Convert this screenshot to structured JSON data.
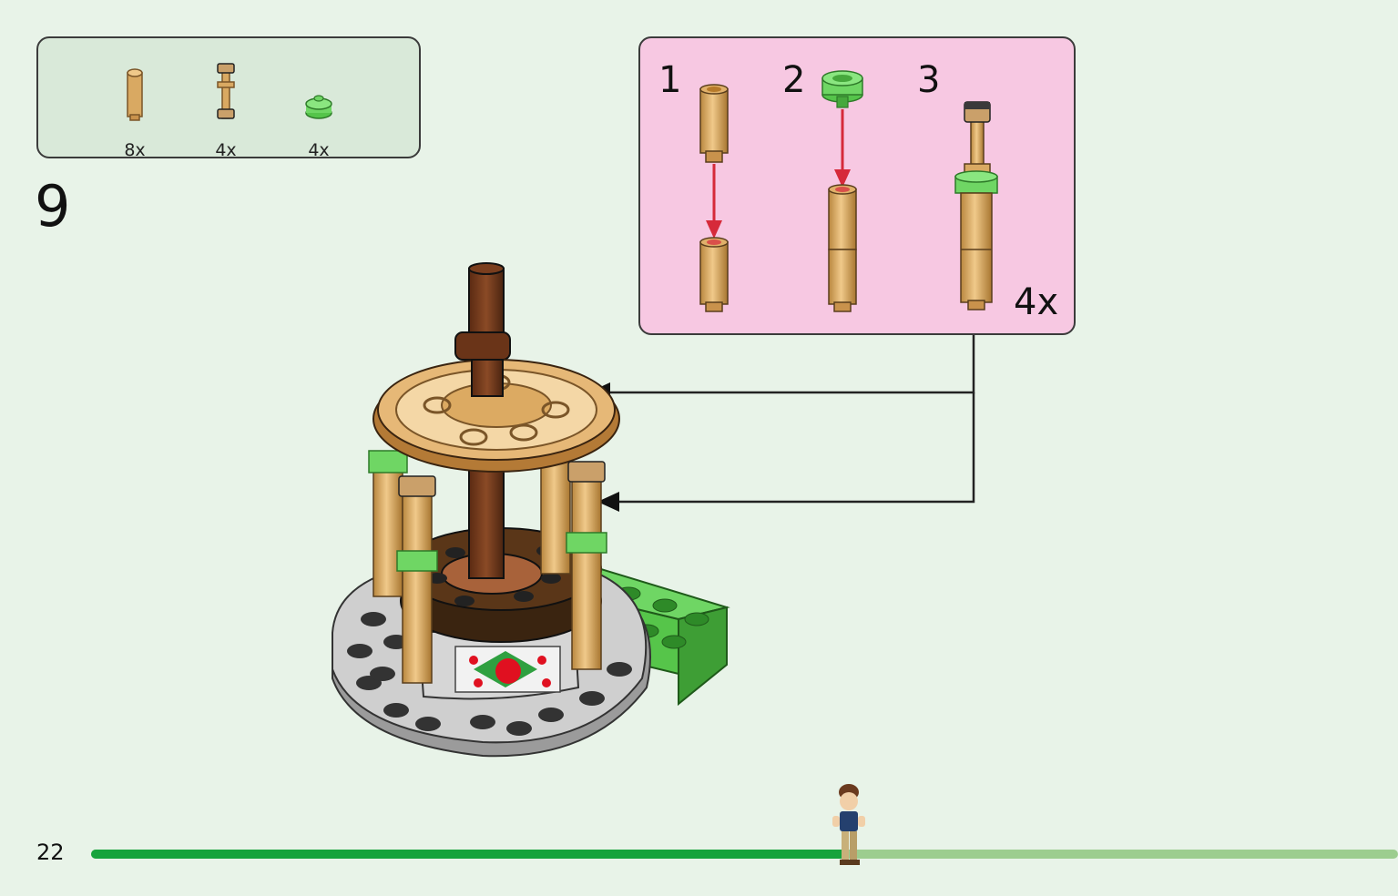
{
  "parts_list": {
    "items": [
      {
        "name": "tan-bar-holder",
        "qty": "8x"
      },
      {
        "name": "tan-bar-with-collar",
        "qty": "4x"
      },
      {
        "name": "green-round-plate",
        "qty": "4x"
      }
    ]
  },
  "step": {
    "number": "9"
  },
  "sub_assembly": {
    "steps": [
      "1",
      "2",
      "3"
    ],
    "multiplier": "4x"
  },
  "footer": {
    "page_number": "22",
    "progress": 0.58
  },
  "colors": {
    "background": "#e8f3e8",
    "parts_box": "#d9e9d9",
    "sub_box": "#f7c8e2",
    "progress_done": "#16a33c",
    "progress_rest": "#9ccd8f",
    "arrow_red": "#d62a3a"
  }
}
